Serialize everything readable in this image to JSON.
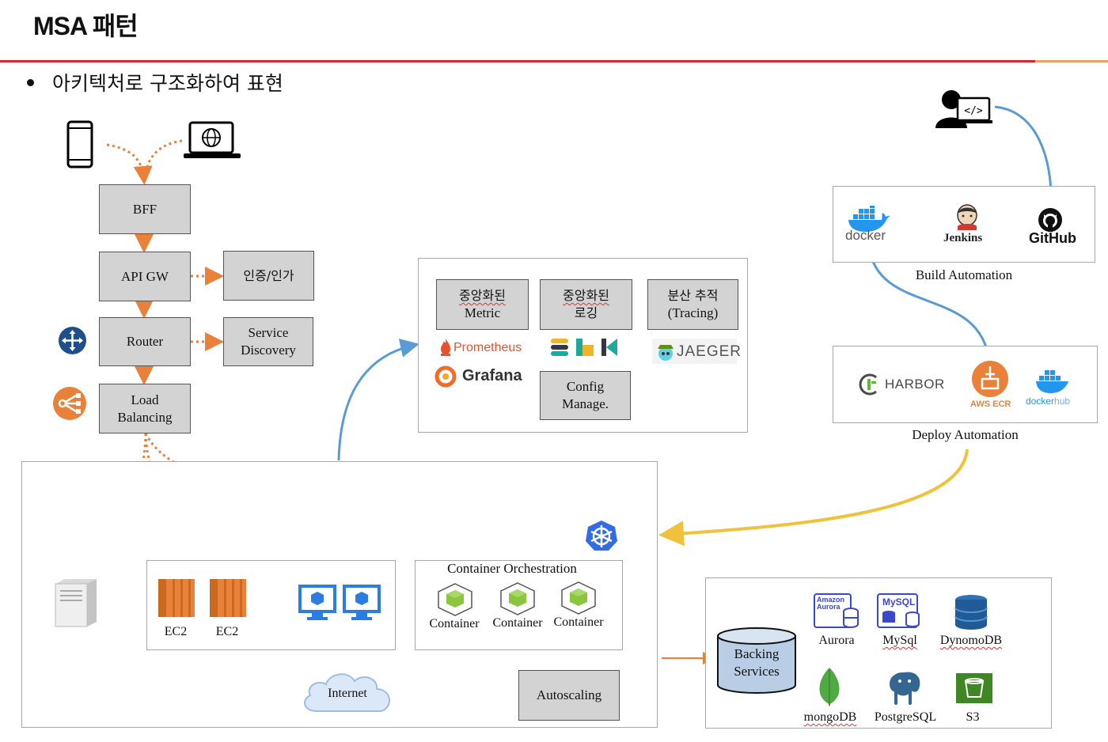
{
  "header": {
    "title": "MSA 패턴",
    "bullet": "아키텍처로 구조화하여 표현"
  },
  "colors": {
    "accent_line": "#d2282e",
    "arrow_orange": "#e9813a",
    "arrow_blue": "#5b9bd5",
    "arrow_yellow": "#f0c23c",
    "box_fill": "#d3d3d3"
  },
  "flow": {
    "bff": "BFF",
    "api_gw": "API GW",
    "auth": "인증/인가",
    "router": "Router",
    "service_discovery": [
      "Service",
      "Discovery"
    ],
    "load_balancing": [
      "Load",
      "Balancing"
    ]
  },
  "observability": {
    "metric": [
      "중앙화된",
      "Metric"
    ],
    "logging": [
      "중앙화된",
      "로깅"
    ],
    "tracing": [
      "분산 추적",
      "(Tracing)"
    ],
    "config": [
      "Config",
      "Manage."
    ],
    "logos": {
      "prometheus": "Prometheus",
      "grafana": "Grafana",
      "jaeger": "JAEGER"
    }
  },
  "build": {
    "caption": "Build Automation",
    "docker": "docker",
    "jenkins": "Jenkins",
    "github": "GitHub"
  },
  "deploy": {
    "caption": "Deploy Automation",
    "harbor": "HARBOR",
    "aws_ecr": "AWS ECR",
    "dockerhub_a": "docker",
    "dockerhub_b": "hub"
  },
  "infra": {
    "ec2": [
      "EC2",
      "EC2"
    ],
    "container_orchestration": "Container Orchestration",
    "containers": [
      "Container",
      "Container",
      "Container"
    ],
    "internet": "Internet",
    "autoscaling": "Autoscaling"
  },
  "backing": {
    "label": [
      "Backing",
      "Services"
    ],
    "aurora": "Aurora",
    "aurora_icon": [
      "Amazon",
      "Aurora"
    ],
    "mysql": "MySql",
    "mysql_icon": "MySQL",
    "dynamodb": "DynomoDB",
    "mongodb": "mongoDB",
    "postgresql": "PostgreSQL",
    "s3": "S3"
  }
}
